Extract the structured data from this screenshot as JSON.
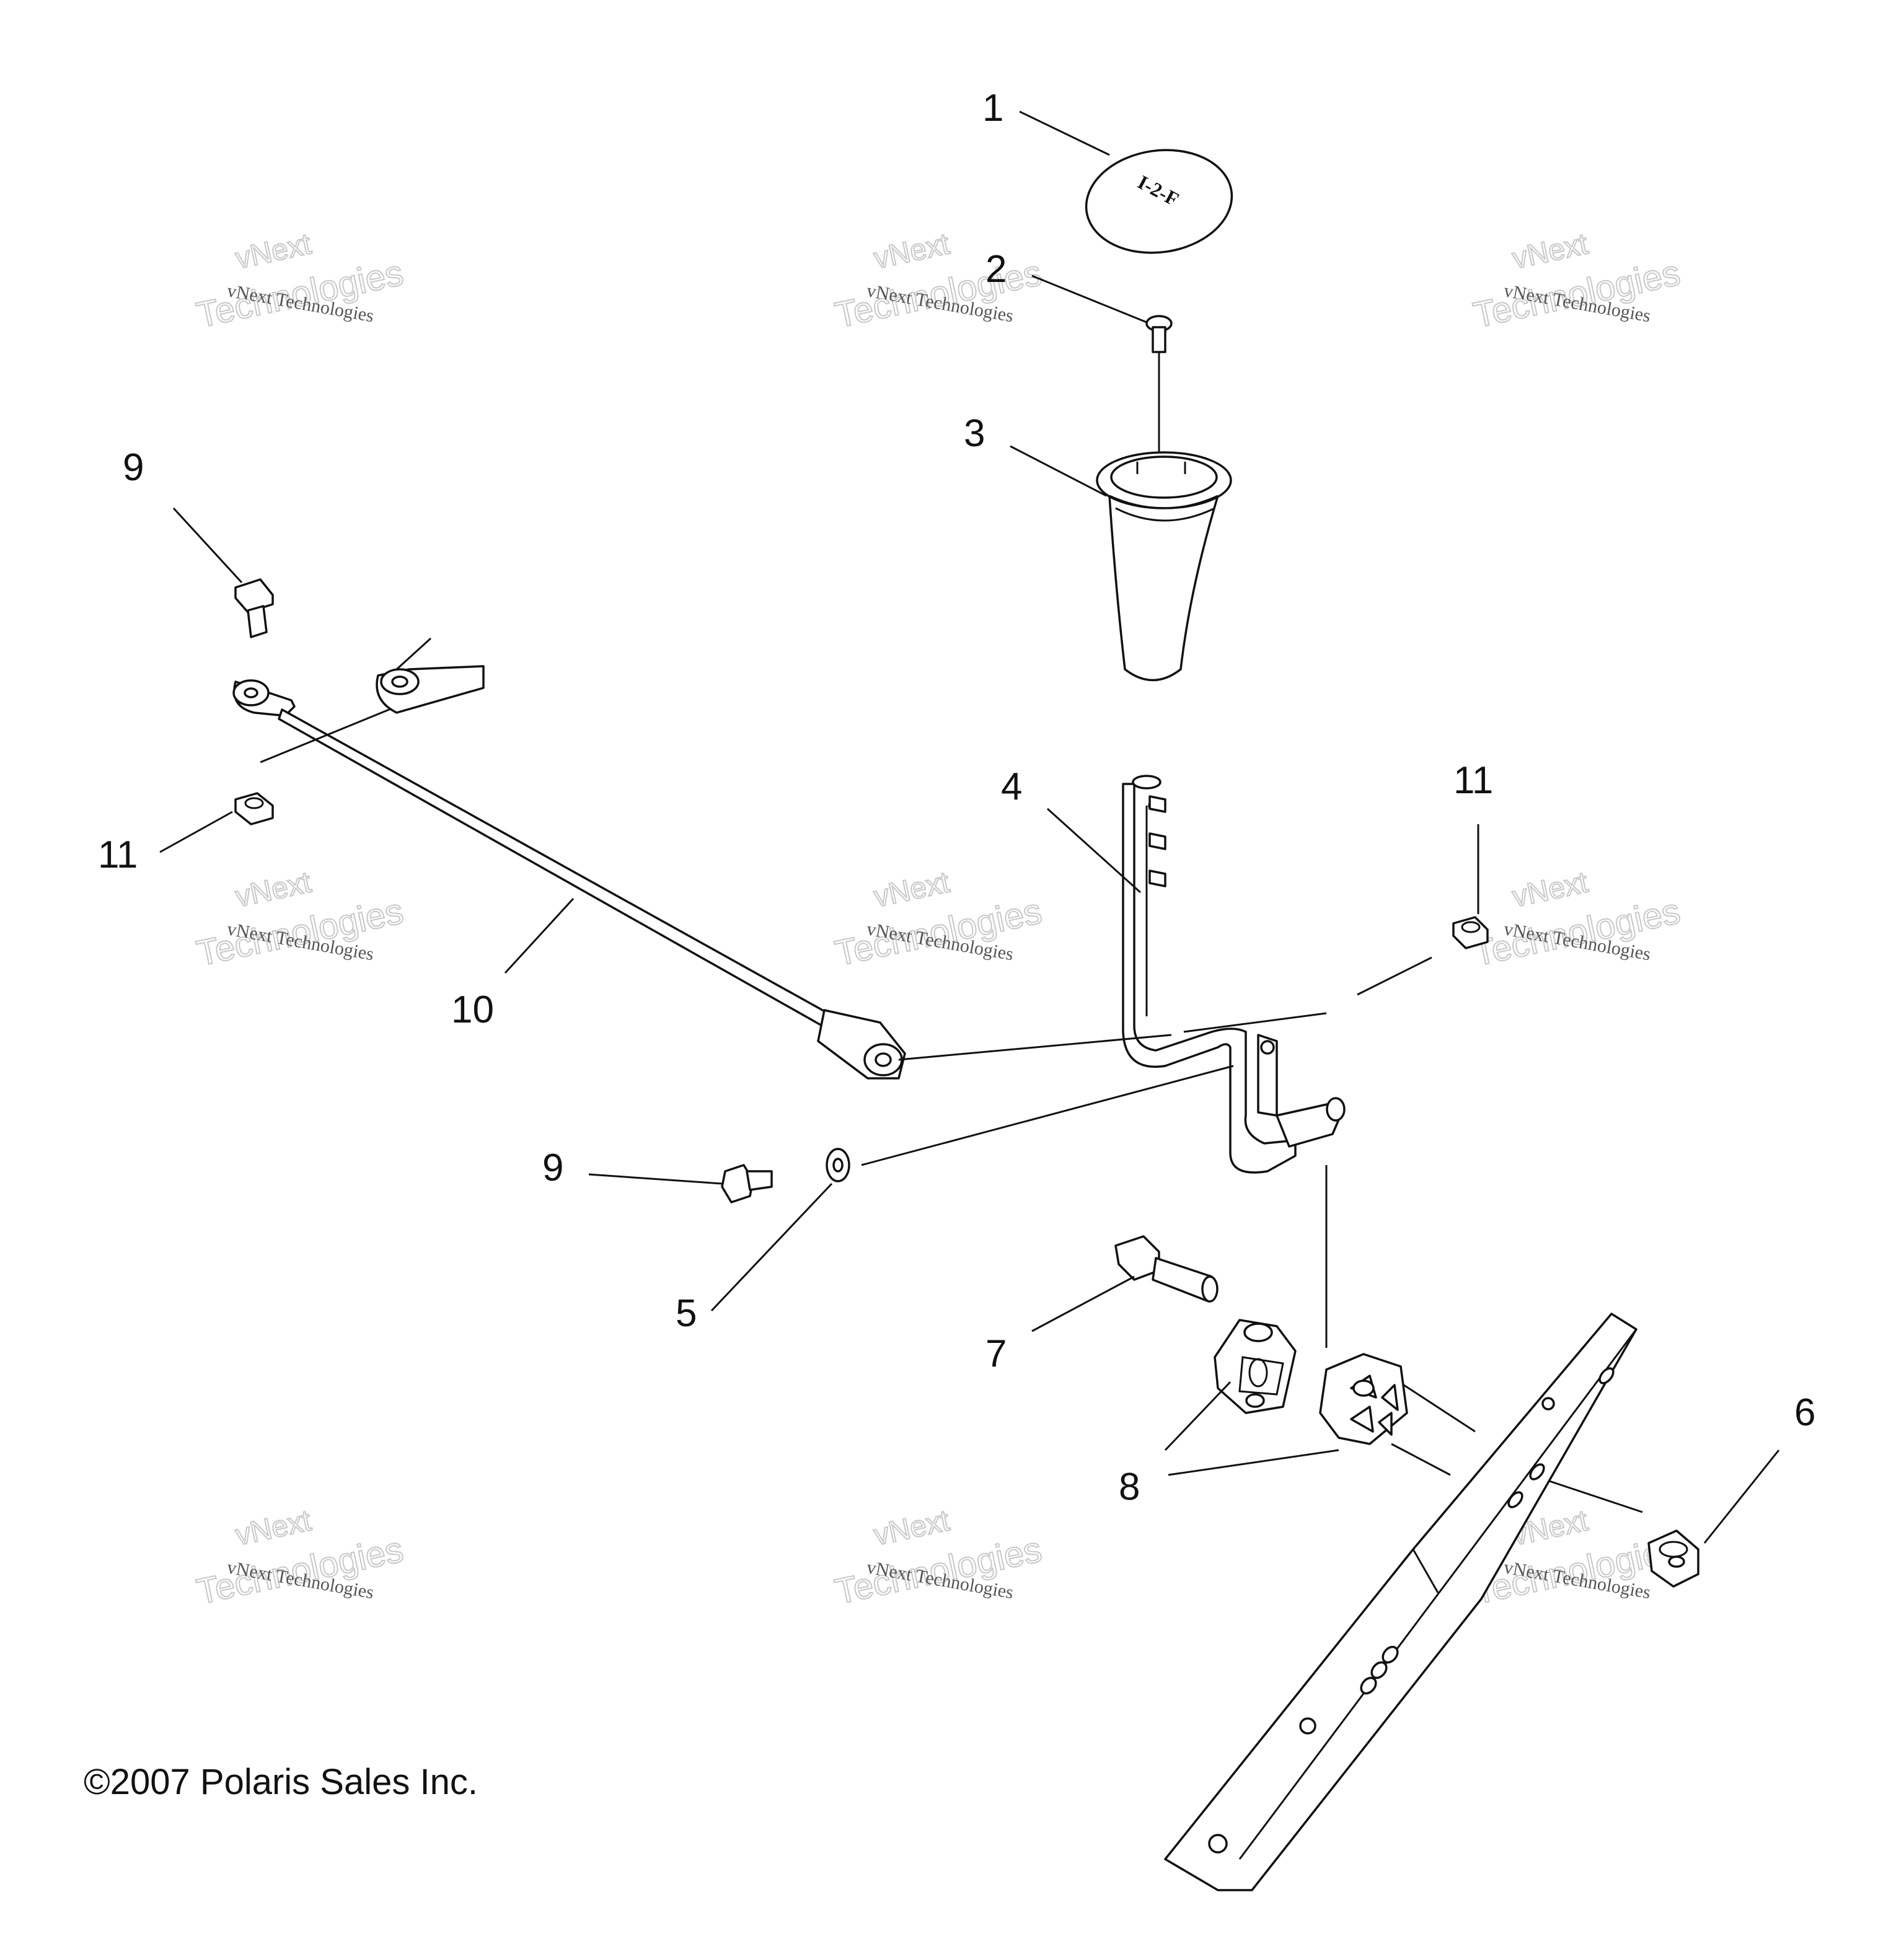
{
  "callouts": [
    "1",
    "2",
    "3",
    "4",
    "5",
    "6",
    "7",
    "8",
    "9",
    "10",
    "11"
  ],
  "watermark": {
    "line1": "vNext Technologies",
    "line2": "vNext",
    "line3": "Technologies"
  },
  "knob_marking": "I-2-F",
  "copyright": "©2007 Polaris Sales Inc."
}
